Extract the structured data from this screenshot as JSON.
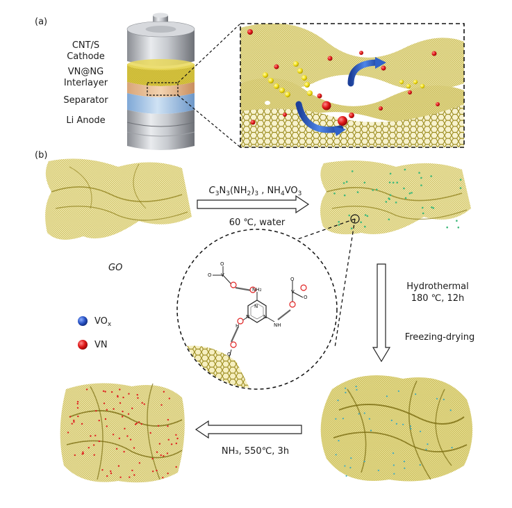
{
  "panels": {
    "a": "(a)",
    "b": "(b)"
  },
  "battery_layers": {
    "cathode_line1": "CNT/S",
    "cathode_line2": "Cathode",
    "interlayer_line1": "VN@NG",
    "interlayer_line2": "Interlayer",
    "separator": "Separator",
    "anode": "Li Anode"
  },
  "steps": {
    "step1_reagents_a": "C",
    "step1_reagents_a_sub1": "3",
    "step1_reagents_b": "N",
    "step1_reagents_b_sub": "3",
    "step1_reagents_c": "(NH",
    "step1_reagents_c_sub": "2",
    "step1_reagents_d": ")",
    "step1_reagents_d_sub": "3",
    "step1_reagents_e": " , NH",
    "step1_reagents_e_sub": "4",
    "step1_reagents_f": "VO",
    "step1_reagents_f_sub": "3",
    "step1_conditions": "60 ℃, water",
    "step2_line1": "Hydrothermal",
    "step2_line2": "180 ℃, 12h",
    "step3": "Freezing-drying",
    "step4": "NH₃, 550℃, 3h"
  },
  "go_label": "GO",
  "legend": {
    "vox_a": "VO",
    "vox_sub": "x",
    "vn": "VN"
  },
  "chem": {
    "o": "O",
    "v": "V",
    "n": "N",
    "nh": "NH",
    "nh_sub": "2",
    "h": "H",
    "minus": "⊖"
  },
  "colors": {
    "graphene": "#a89a2a",
    "graphene_light": "#d9cf7a",
    "vn_red": "#e02020",
    "vox_blue": "#2a5fbf",
    "sulfur_yellow": "#f2e21a",
    "arrow_blue": "#2f62c8"
  }
}
